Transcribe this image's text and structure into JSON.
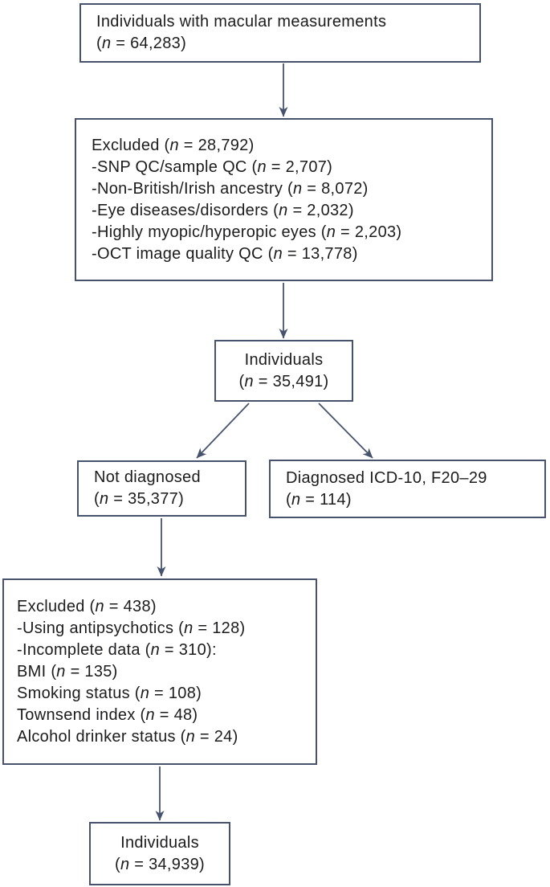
{
  "figure": {
    "type": "flowchart",
    "description": "Participant selection flow diagram for individuals with macular measurements",
    "background_color": "#ffffff",
    "line_color": "#47536d",
    "text_color": "#1c1c1e"
  },
  "boxes": {
    "macular": {
      "lines": [
        "Individuals with macular measurements",
        "(n = 64,283)"
      ]
    },
    "excluded_qc": {
      "lines": [
        "Excluded (n = 28,792)",
        "-SNP QC/sample QC (n = 2,707)",
        "-Non-British/Irish ancestry (n = 8,072)",
        "-Eye diseases/disorders (n = 2,032)",
        "-Highly myopic/hyperopic eyes (n = 2,203)",
        "-OCT image quality QC (n = 13,778)"
      ]
    },
    "individuals_after_qc": {
      "lines": [
        "Individuals",
        "(n = 35,491)"
      ]
    },
    "not_diagnosed": {
      "lines": [
        "Not diagnosed",
        "(n = 35,377)"
      ]
    },
    "diagnosed": {
      "lines": [
        "Diagnosed ICD-10, F20–29",
        "(n = 114)"
      ]
    },
    "excluded_covariates": {
      "lines": [
        "Excluded (n = 438)",
        "-Using antipsychotics (n = 128)",
        "-Incomplete data (n = 310):",
        "BMI (n = 135)",
        "Smoking status (n = 108)",
        "Townsend index (n = 48)",
        "Alcohol drinker status (n = 24)"
      ]
    },
    "final_individuals": {
      "lines": [
        "Individuals",
        "(n = 34,939)"
      ]
    }
  },
  "arrows": [
    {
      "from": "macular",
      "to": "excluded_qc"
    },
    {
      "from": "excluded_qc",
      "to": "individuals_after_qc"
    },
    {
      "from": "individuals_after_qc",
      "to": "not_diagnosed"
    },
    {
      "from": "individuals_after_qc",
      "to": "diagnosed"
    },
    {
      "from": "not_diagnosed",
      "to": "excluded_covariates"
    },
    {
      "from": "excluded_covariates",
      "to": "final_individuals"
    }
  ]
}
